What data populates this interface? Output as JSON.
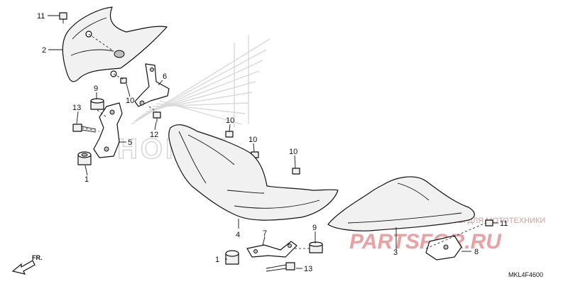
{
  "diagram": {
    "code": "MKL4F4600",
    "direction_label": "FR.",
    "brand_mark": "HONDA",
    "callouts": {
      "c11a": "11",
      "c2": "2",
      "c6": "6",
      "c10a": "10",
      "c9a": "9",
      "c13a": "13",
      "c12": "12",
      "c5": "5",
      "c1a": "1",
      "c10b": "10",
      "c10c": "10",
      "c10d": "10",
      "c4": "4",
      "c7": "7",
      "c9b": "9",
      "c1b": "1",
      "c13b": "13",
      "c3": "3",
      "c11b": "11",
      "c8": "8"
    }
  },
  "watermark": {
    "line": "ЗАПЧАСТИ И АКСЕССУАРЫ ДЛЯ МОТОТЕХНИКИ",
    "logo": "PARTSFOR.RU"
  },
  "colors": {
    "line": "#111111",
    "watermark": "#e9a1a1",
    "brand_mark": "#d6d6d6"
  }
}
